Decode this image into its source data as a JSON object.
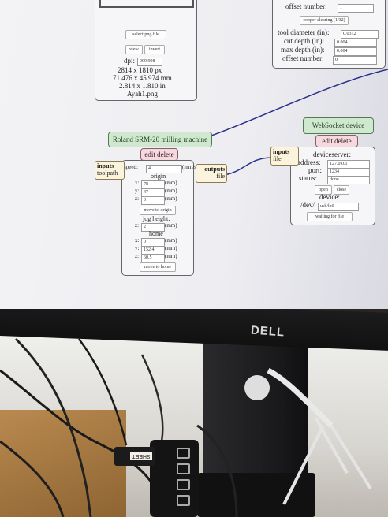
{
  "monitor": {
    "brand": "DELL"
  },
  "top_left_panel": {
    "select_btn": "select png file",
    "view_btn": "view",
    "invert_btn": "invert",
    "dpi_label": "dpi:",
    "dpi_value": "999.998",
    "size_px": "2814 x 1810 px",
    "size_mm": "71.476 x 45.974 mm",
    "size_in": "2.814 x 1.810 in",
    "filename": "Ayah1.png"
  },
  "top_right_panel": {
    "offset_number_label": "offset number:",
    "offset_number_top": "1",
    "clearing_btn": "copper clearing (1/32)",
    "tool_diameter_label": "tool diameter (in):",
    "tool_diameter": "0.0312",
    "cut_depth_label": "cut depth (in):",
    "cut_depth": "0.004",
    "max_depth_label": "max depth (in):",
    "max_depth": "0.004",
    "offset_number_bottom_label": "offset number:",
    "offset_number_bottom": "0"
  },
  "machine_module": {
    "title": "Roland SRM-20 milling machine",
    "edit": "edit",
    "delete": "delete",
    "inputs_label": "inputs",
    "inputs_port": "toolpath",
    "outputs_label": "outputs",
    "outputs_port": "file",
    "speed_label": "speed:",
    "speed_value": "4",
    "speed_unit": "(mm/s)",
    "origin_label": "origin",
    "origin_x": "78",
    "origin_y": "47",
    "origin_z": "0",
    "unit_mm": "(mm)",
    "move_origin_btn": "move to origin",
    "jog_label": "jog height:",
    "jog_value": "2",
    "home_label": "home",
    "home_x": "0",
    "home_y": "152.4",
    "home_z": "60.5",
    "move_home_btn": "move to home",
    "axis_x": "x:",
    "axis_y": "y:",
    "axis_z": "z:"
  },
  "websocket_module": {
    "title": "WebSocket device",
    "edit": "edit",
    "delete": "delete",
    "inputs_label": "inputs",
    "inputs_port": "file",
    "deviceserver_label": "deviceserver:",
    "address_label": "address:",
    "address": "127.0.0.1",
    "port_label": "port:",
    "port": "1234",
    "status_label": "status:",
    "status": "done",
    "open_btn": "open",
    "close_btn": "close",
    "device_label": "device:",
    "device_prefix": "/dev/",
    "device": "usb/lp0",
    "waiting_btn": "waiting for file"
  },
  "hub_label": "SHEET"
}
